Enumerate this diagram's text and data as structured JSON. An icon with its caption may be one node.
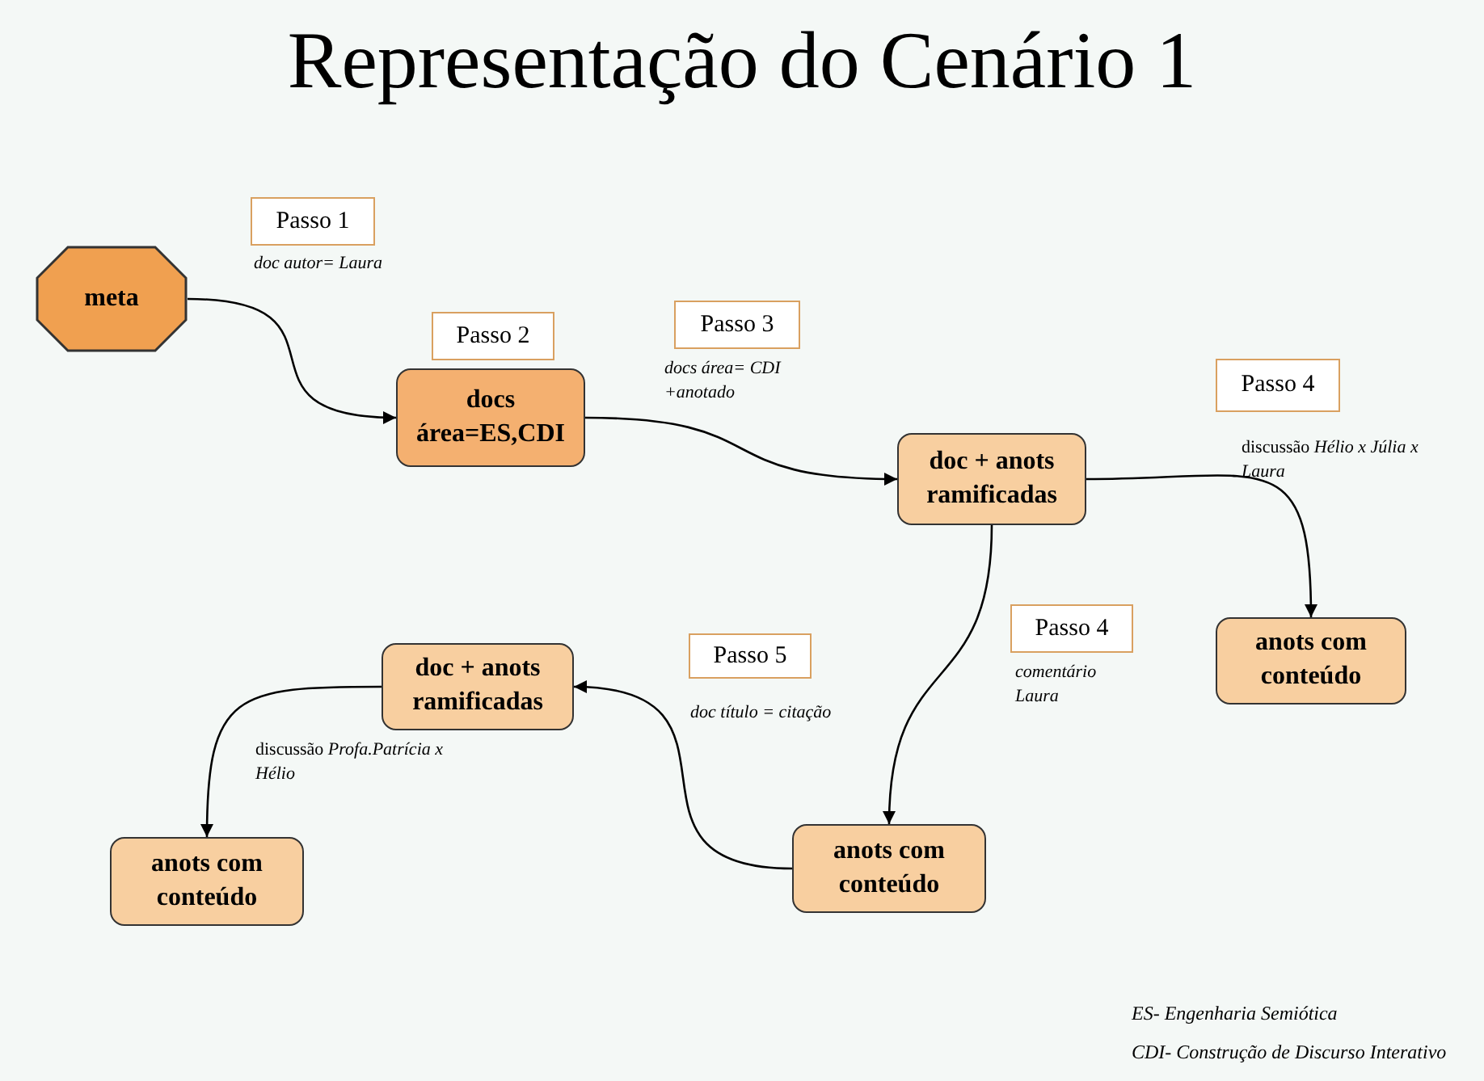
{
  "diagram": {
    "title": "Representação do Cenário 1",
    "nodes": [
      {
        "text": [
          "Passo 1"
        ]
      },
      {
        "text": [
          "meta"
        ]
      },
      {
        "text": [
          "Passo 2"
        ]
      },
      {
        "text": [
          "docs área=ES,CDI"
        ]
      },
      {
        "text": [
          "Passo 3"
        ]
      },
      {
        "text": [
          "Passo 4"
        ]
      },
      {
        "text": [
          "doc + anots ramificadas"
        ]
      },
      {
        "text": [
          "Passo 4"
        ]
      },
      {
        "text": [
          "anots com conteúdo"
        ]
      },
      {
        "text": [
          "Passo 5"
        ]
      },
      {
        "text": [
          "doc + anots ramificadas"
        ]
      },
      {
        "text": [
          "anots com conteúdo"
        ]
      },
      {
        "text": [
          "anots com conteúdo"
        ]
      }
    ],
    "edges": [
      {
        "from": 1,
        "to": 3,
        "arrow": "to",
        "label": "*doc autor= Laura*"
      },
      {
        "from": 3,
        "to": 6,
        "arrow": "to",
        "label": "*docs área= CDI +anotado*"
      },
      {
        "from": 6,
        "to": 8,
        "arrow": "to",
        "label": "discussão *Hélio x Júlia x Laura*"
      },
      {
        "from": 6,
        "to": 11,
        "arrow": "to",
        "label": "*comentário Laura*"
      },
      {
        "from": 11,
        "to": 10,
        "arrow": "to",
        "label": "*doc título = citação*"
      },
      {
        "from": 10,
        "to": 12,
        "arrow": "to",
        "label": "discussão *Profa.Patrícia x Hélio*"
      }
    ],
    "labels": [
      "ES- Engenharia Semiótica",
      "CDI- Construção de Discurso Interativo"
    ]
  }
}
